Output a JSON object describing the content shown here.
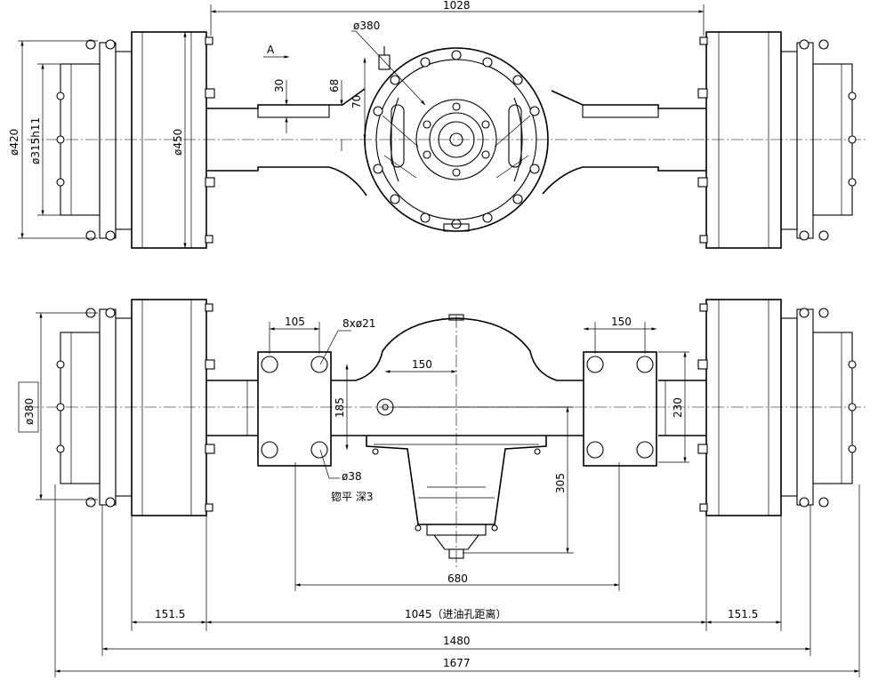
{
  "top_view": {
    "dim_overall_flange": "1028",
    "dim_cover_dia": "ø380",
    "view_arrow": "A",
    "dim_30": "30",
    "dim_68": "68",
    "dim_70": "70",
    "dim_flange_dia": "ø420",
    "dim_pilot_dia": "ø315h11",
    "dim_drum_dia": "ø450"
  },
  "bottom_view": {
    "dim_105": "105",
    "dim_holes": "8xø21",
    "dim_150_left": "150",
    "dim_150_right": "150",
    "dim_185": "185",
    "dim_230": "230",
    "dim_380": "ø380",
    "dim_38": "ø38",
    "note_spotface": "锪平 深3",
    "dim_305": "305",
    "dim_680": "680"
  },
  "bottom_dims": {
    "left_151": "151.5",
    "center_1045": "1045（进油孔距离）",
    "right_151": "151.5",
    "dim_1480": "1480",
    "dim_1677": "1677"
  }
}
